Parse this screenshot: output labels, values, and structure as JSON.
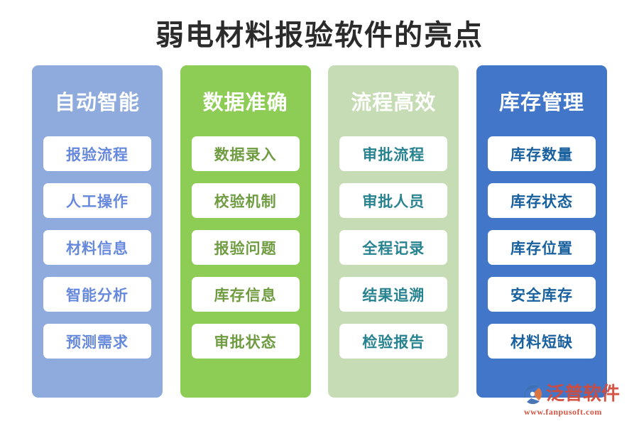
{
  "title": "弱电材料报验软件的亮点",
  "background_color": "#ffffff",
  "title_color": "#2b2b2b",
  "columns": [
    {
      "header": "自动智能",
      "panel_color": "#8fabdd",
      "item_text_color": "#6688dd",
      "items": [
        "报验流程",
        "人工操作",
        "材料信息",
        "智能分析",
        "预测需求"
      ]
    },
    {
      "header": "数据准确",
      "panel_color": "#8dcd55",
      "item_text_color": "#6f9c40",
      "items": [
        "数据录入",
        "校验机制",
        "报验问题",
        "库存信息",
        "审批状态"
      ]
    },
    {
      "header": "流程高效",
      "panel_color": "#c6dcb4",
      "item_text_color": "#27838f",
      "items": [
        "审批流程",
        "审批人员",
        "全程记录",
        "结果追溯",
        "检验报告"
      ]
    },
    {
      "header": "库存管理",
      "panel_color": "#4276c8",
      "item_text_color": "#19609e",
      "items": [
        "库存数量",
        "库存状态",
        "库存位置",
        "安全库存",
        "材料短缺"
      ]
    }
  ],
  "watermark": {
    "brand": "泛普软件",
    "url": "www.fanpusoft.com",
    "color": "#d34b3a",
    "mark_blue": "#3f6fb5",
    "mark_orange": "#e2753c"
  }
}
